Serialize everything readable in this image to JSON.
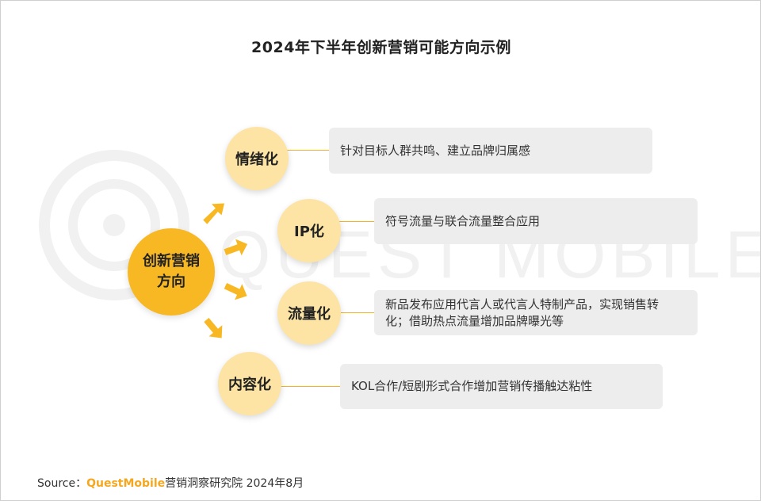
{
  "title": "2024年下半年创新营销可能方向示例",
  "watermark": {
    "text": "QUEST MOBILE"
  },
  "center": {
    "line1": "创新营销",
    "line2": "方向"
  },
  "nodes": [
    {
      "label": "情绪化",
      "text": "针对目标人群共鸣、建立品牌归属感"
    },
    {
      "label": "IP化",
      "text": "符号流量与联合流量整合应用"
    },
    {
      "label": "流量化",
      "text_line1": "新品发布应用代言人或代言人特制产品，实现销售转",
      "text_line2": "化；借助热点流量增加品牌曝光等"
    },
    {
      "label": "内容化",
      "text": "KOL合作/短剧形式合作增加营销传播触达粘性"
    }
  ],
  "source": {
    "prefix": "Source：",
    "brand": "QuestMobile",
    "suffix": "营销洞察研究院 2024年8月"
  },
  "colors": {
    "accent": "#f7b823",
    "node_fill": "#fde4a4",
    "box_fill": "#ededed",
    "line": "#f5b323"
  }
}
